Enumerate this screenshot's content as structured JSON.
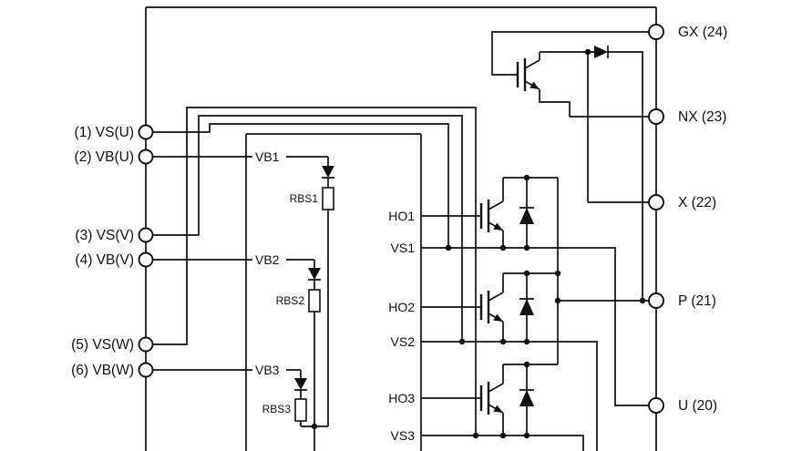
{
  "diagram": {
    "kind": "power-module-internal-schematic",
    "colors": {
      "line": "#111111",
      "background": "#ffffff"
    }
  },
  "pins_left": [
    {
      "label": "(1) VS(U)"
    },
    {
      "label": "(2) VB(U)"
    },
    {
      "label": "(3) VS(V)"
    },
    {
      "label": "(4) VB(V)"
    },
    {
      "label": "(5) VS(W)"
    },
    {
      "label": "(6) VB(W)"
    }
  ],
  "pins_right": [
    {
      "label": "GX (24)"
    },
    {
      "label": "NX (23)"
    },
    {
      "label": "X (22)"
    },
    {
      "label": "P (21)"
    },
    {
      "label": "U (20)"
    }
  ],
  "driver": {
    "vb": [
      "VB1",
      "VB2",
      "VB3"
    ],
    "rbs": [
      "RBS1",
      "RBS2",
      "RBS3"
    ],
    "ho": [
      "HO1",
      "HO2",
      "HO3"
    ],
    "vs": [
      "VS1",
      "VS2",
      "VS3"
    ]
  }
}
